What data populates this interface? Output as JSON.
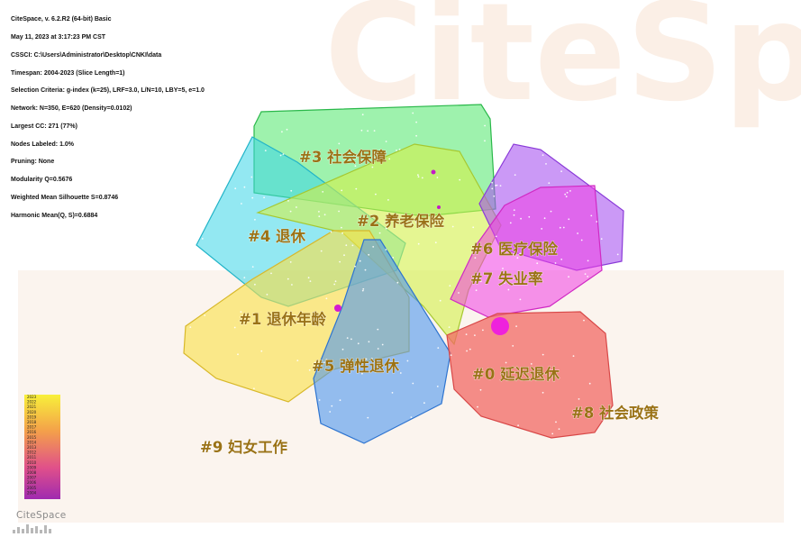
{
  "info_lines": [
    "CiteSpace, v. 6.2.R2 (64-bit) Basic",
    "May 11, 2023 at 3:17:23 PM CST",
    "CSSCI: C:\\Users\\Administrator\\Desktop\\CNKI\\data",
    "Timespan: 2004-2023 (Slice Length=1)",
    "Selection Criteria: g-index (k=25), LRF=3.0, L/N=10, LBY=5, e=1.0",
    "Network: N=350, E=620 (Density=0.0102)",
    "Largest CC: 271 (77%)",
    "Nodes Labeled: 1.0%",
    "Pruning: None",
    "Modularity Q=0.5676",
    "Weighted Mean Silhouette S=0.8746",
    "Harmonic Mean(Q, S)=0.6884"
  ],
  "clusters": [
    {
      "id": "c3",
      "label": "#3 社会保障",
      "color": "#4fe86a"
    },
    {
      "id": "c4",
      "label": "#4 退休",
      "color": "#3ad6e8"
    },
    {
      "id": "c2",
      "label": "#2 养老保险",
      "color": "#c6ec4a"
    },
    {
      "id": "c6",
      "label": "#6 医疗保险",
      "color": "#a855f0"
    },
    {
      "id": "c7",
      "label": "#7 失业率",
      "color": "#f03ee4"
    },
    {
      "id": "c1",
      "label": "#1 退休年龄",
      "color": "#f8e04a"
    },
    {
      "id": "c5",
      "label": "#5 弹性退休",
      "color": "#4e96ee"
    },
    {
      "id": "c0",
      "label": "#0 延迟退休",
      "color": "#f26a64"
    },
    {
      "id": "c8",
      "label": "#8 社会政策",
      "color": "#f26a64"
    },
    {
      "id": "c9",
      "label": "#9 妇女工作",
      "color": "#f8e04a"
    }
  ],
  "legend_years": [
    "2023",
    "2022",
    "2021",
    "2020",
    "2019",
    "2018",
    "2017",
    "2016",
    "2015",
    "2014",
    "2013",
    "2012",
    "2011",
    "2010",
    "2009",
    "2008",
    "2007",
    "2006",
    "2005",
    "2004"
  ],
  "watermark": "CiteSpa",
  "logo": "CiteSpace"
}
